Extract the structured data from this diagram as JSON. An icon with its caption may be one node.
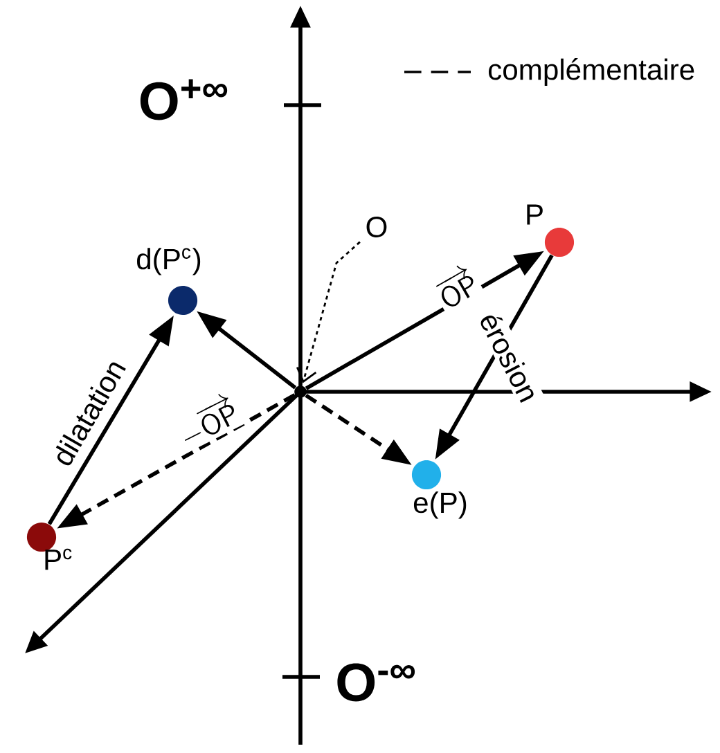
{
  "diagram": {
    "nodes": [
      {
        "text": [
          "P"
        ]
      },
      {
        "text": [
          "e(P)"
        ]
      },
      {
        "text": [
          "d(P$^{c}$)"
        ]
      },
      {
        "text": [
          "P$^{c}$"
        ]
      },
      {
        "text": [],
        "shape": "point"
      },
      {
        "text": [
          "O"
        ]
      }
    ],
    "edges": [
      {
        "from": 4,
        "to": 0,
        "arrow": "to",
        "label": "\\overrightarrow{\\mathsf{OP}}"
      },
      {
        "from": 0,
        "to": 1,
        "arrow": "to",
        "label": "érosion"
      },
      {
        "from": 4,
        "to": 1,
        "arrow": "to",
        "style": "dashed"
      },
      {
        "from": 4,
        "to": 2,
        "arrow": "to"
      },
      {
        "from": 3,
        "to": 2,
        "arrow": "to",
        "label": "dilatation"
      },
      {
        "from": 4,
        "to": 3,
        "arrow": "to",
        "style": "dashed",
        "label": "\\mathsf{-}\\overrightarrow{\\mathsf{OP}}"
      },
      {
        "from": 5,
        "to": 4,
        "arrow": "to",
        "style": "dashed"
      }
    ],
    "labels": [
      "O$^{+∞}$",
      "O$^{-∞}$"
    ],
    "legend": [
      {
        "text": "complémentaire"
      }
    ]
  }
}
